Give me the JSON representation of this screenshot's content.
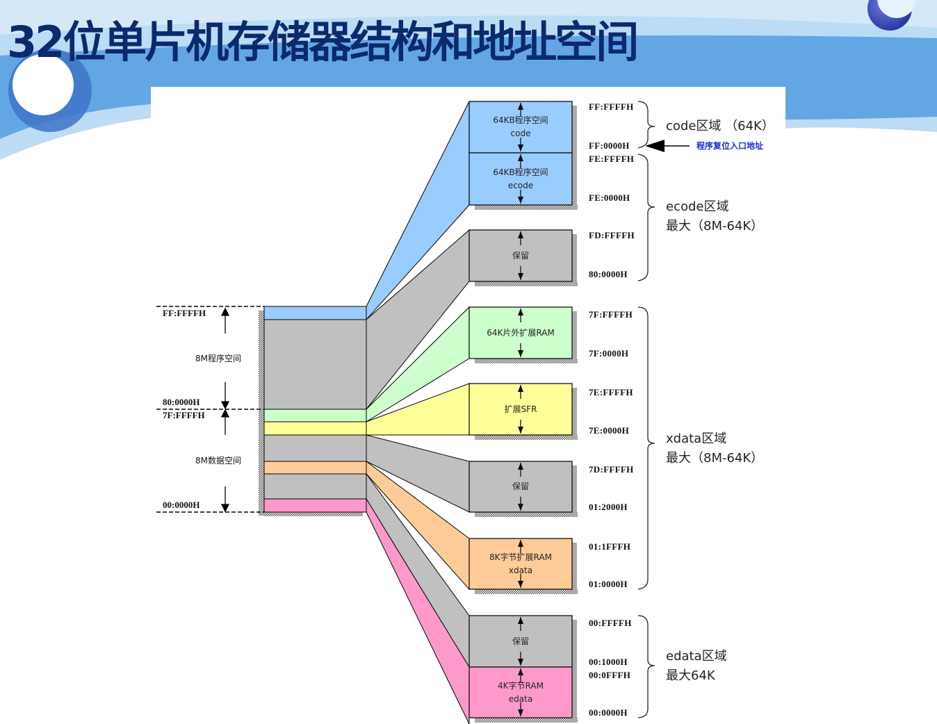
{
  "slide": {
    "title": "32位单片机存储器结构和地址空间",
    "colors": {
      "title": "#0a2a6e",
      "banner": "#63a6e4",
      "code_blue": "#99ccff",
      "reserved_gray": "#c0c0c0",
      "ext_ram_green": "#ccffcc",
      "sfr_yellow": "#ffff99",
      "xdata_orange": "#ffcc99",
      "edata_pink": "#ff99cc",
      "reset_note": "#1a2fd6"
    }
  },
  "overview": {
    "program_space_label": "8M程序空间",
    "data_space_label": "8M数据空间",
    "addresses": {
      "top": "FF:FFFFH",
      "program_bottom": "80:0000H",
      "data_top": "7F:FFFFH",
      "bottom": "00:0000H"
    }
  },
  "blocks": [
    {
      "id": "code",
      "line1": "64KB程序空间",
      "line2": "code",
      "color": "code_blue",
      "addr_top": "FF:FFFFH",
      "addr_bottom": "FF:0000H"
    },
    {
      "id": "ecode",
      "line1": "64KB程序空间",
      "line2": "ecode",
      "color": "code_blue",
      "addr_top": "FE:FFFFH",
      "addr_bottom": "FE:0000H"
    },
    {
      "id": "reserved-prog",
      "line1": "保留",
      "line2": "",
      "color": "reserved_gray",
      "addr_top": "FD:FFFFH",
      "addr_bottom": "80:0000H"
    },
    {
      "id": "ext-ram",
      "line1": "64K片外扩展RAM",
      "line2": "",
      "color": "ext_ram_green",
      "addr_top": "7F:FFFFH",
      "addr_bottom": "7F:0000H"
    },
    {
      "id": "ext-sfr",
      "line1": "扩展SFR",
      "line2": "",
      "color": "sfr_yellow",
      "addr_top": "7E:FFFFH",
      "addr_bottom": "7E:0000H"
    },
    {
      "id": "reserved-data",
      "line1": "保留",
      "line2": "",
      "color": "reserved_gray",
      "addr_top": "7D:FFFFH",
      "addr_bottom": "01:2000H"
    },
    {
      "id": "xdata",
      "line1": "8K字节扩展RAM",
      "line2": "xdata",
      "color": "xdata_orange",
      "addr_top": "01:1FFFH",
      "addr_bottom": "01:0000H"
    },
    {
      "id": "reserved-edata",
      "line1": "保留",
      "line2": "",
      "color": "reserved_gray",
      "addr_top": "00:FFFFH",
      "addr_bottom": "00:1000H"
    },
    {
      "id": "edata",
      "line1": "4K字节RAM",
      "line2": "edata",
      "color": "edata_pink",
      "addr_top": "00:0FFFH",
      "addr_bottom": "00:0000H"
    }
  ],
  "regions": {
    "code": "code区域 （64K）",
    "ecode_1": "ecode区域",
    "ecode_2": "最大（8M-64K）",
    "xdata_1": "xdata区域",
    "xdata_2": "最大（8M-64K）",
    "edata_1": "edata区域",
    "edata_2": "最大64K"
  },
  "reset_note": "程序复位入口地址"
}
